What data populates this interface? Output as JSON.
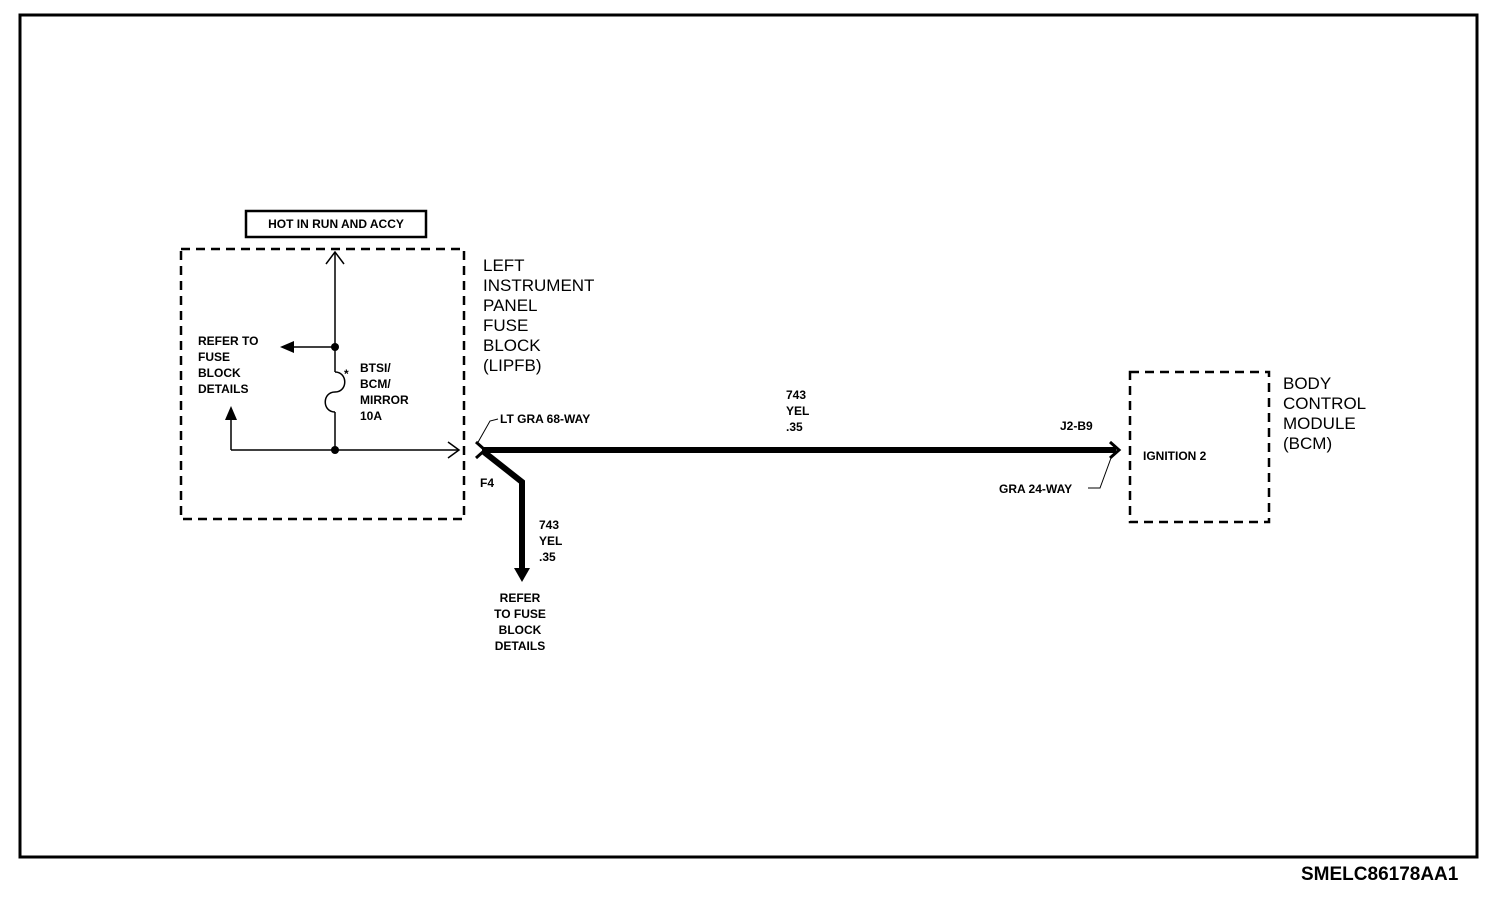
{
  "header_box": {
    "label": "HOT IN RUN AND ACCY"
  },
  "fuse_block": {
    "name_lines": [
      "LEFT",
      "INSTRUMENT",
      "PANEL",
      "FUSE",
      "BLOCK",
      "(LIPFB)"
    ],
    "refer_left_lines": [
      "REFER TO",
      "FUSE",
      "BLOCK",
      "DETAILS"
    ],
    "fuse_star": "*",
    "fuse_label_lines": [
      "BTSI/",
      "BCM/",
      "MIRROR",
      "10A"
    ]
  },
  "connector_left": {
    "label": "LT GRA 68-WAY",
    "pin": "F4"
  },
  "wire_main": {
    "circuit": "743",
    "color": "YEL",
    "gauge": ".35"
  },
  "wire_branch": {
    "circuit": "743",
    "color": "YEL",
    "gauge": ".35"
  },
  "refer_bottom_lines": [
    "REFER",
    "TO FUSE",
    "BLOCK",
    "DETAILS"
  ],
  "connector_right": {
    "pin": "J2-B9",
    "label": "GRA 24-WAY"
  },
  "bcm": {
    "name_lines": [
      "BODY",
      "CONTROL",
      "MODULE",
      "(BCM)"
    ],
    "terminal": "IGNITION 2"
  },
  "drawing_id": "SMELC86178AA1"
}
